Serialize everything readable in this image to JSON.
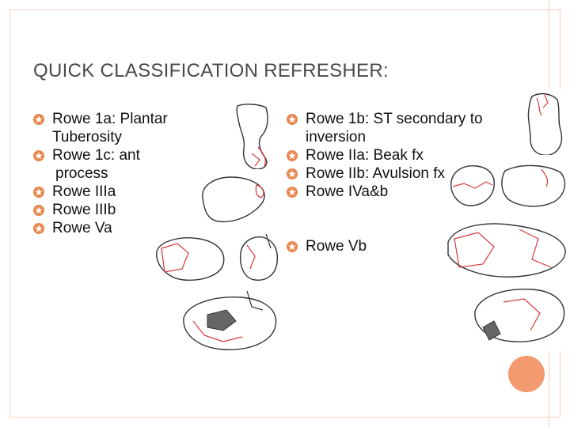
{
  "slide": {
    "title": "QUICK CLASSIFICATION REFRESHER:",
    "accent_color": "#e8874f",
    "left_items": [
      {
        "line1": "Rowe 1a: Plantar",
        "line2": "Tuberosity"
      },
      {
        "line1": "Rowe 1c: ant",
        "line2": "process"
      },
      {
        "line1": "Rowe IIIa",
        "line2": ""
      },
      {
        "line1": "Rowe IIIb",
        "line2": ""
      },
      {
        "line1": "Rowe Va",
        "line2": ""
      }
    ],
    "right_items": [
      {
        "line1": "Rowe 1b: ST secondary to",
        "line2": "inversion"
      },
      {
        "line1": "Rowe IIa: Beak fx",
        "line2": ""
      },
      {
        "line1": "Rowe IIb: Avulsion fx",
        "line2": ""
      },
      {
        "line1": "Rowe IVa&b",
        "line2": ""
      },
      {
        "line1": "Rowe Vb",
        "line2": ""
      }
    ],
    "bullet_icon": "star-in-circle-icon"
  }
}
